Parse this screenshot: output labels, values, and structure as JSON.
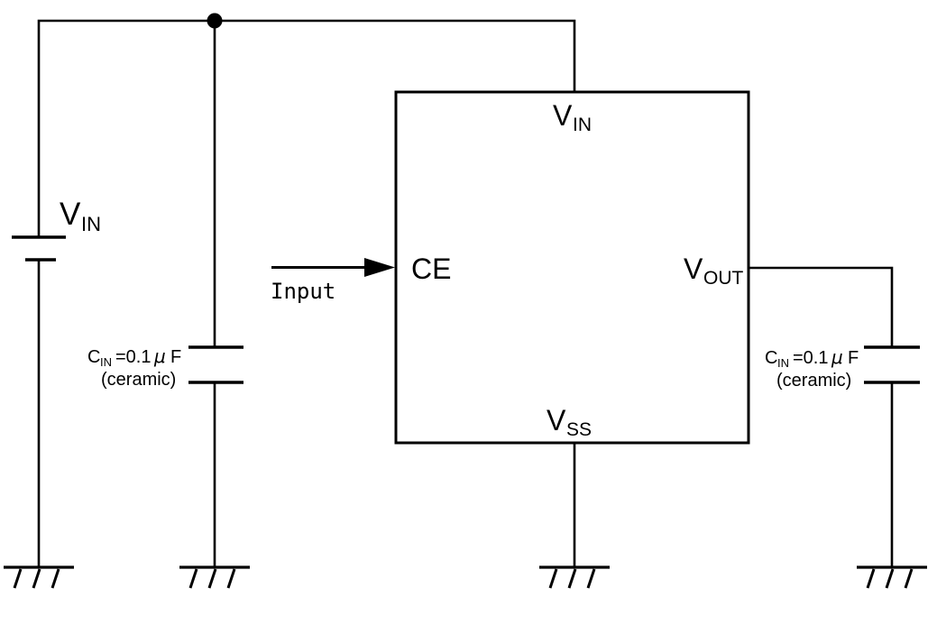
{
  "colors": {
    "line": "#000000",
    "background": "#ffffff"
  },
  "power_source": {
    "label": "V",
    "label_sub": "IN"
  },
  "ic": {
    "pin_vin": {
      "label": "V",
      "sub": "IN"
    },
    "pin_ce": {
      "label": "CE"
    },
    "pin_vout": {
      "label": "V",
      "sub": "OUT"
    },
    "pin_vss": {
      "label": "V",
      "sub": "SS"
    }
  },
  "input_signal": {
    "label": "Input"
  },
  "input_capacitor": {
    "ref": "C",
    "ref_sub": "IN",
    "amount": "=0.1",
    "mu": "μ",
    "unit": "F",
    "note": "(ceramic)"
  },
  "output_capacitor": {
    "ref": "C",
    "ref_sub": "IN",
    "amount": "=0.1",
    "mu": "μ",
    "unit": "F",
    "note": "(ceramic)"
  }
}
